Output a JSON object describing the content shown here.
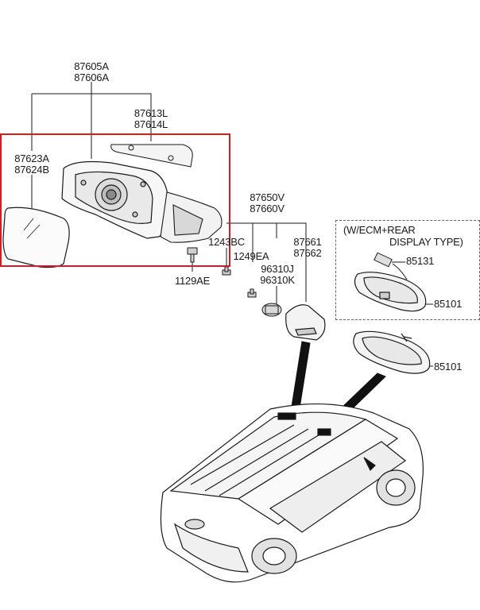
{
  "labels": {
    "mirror_assembly": [
      "87605A",
      "87606A"
    ],
    "cover_upper": [
      "87613L",
      "87614L"
    ],
    "mirror_glass": [
      "87623A",
      "87624B"
    ],
    "screw_1243": "1243BC",
    "screw_1129": "1129AE",
    "inside_mirror": [
      "87650V",
      "87660V"
    ],
    "screw_1249": "1249EA",
    "sensor": [
      "96310J",
      "96310K"
    ],
    "cover_mount": [
      "87661",
      "87662"
    ],
    "ecm_title": [
      "(W/ECM+REAR",
      "DISPLAY TYPE)"
    ],
    "harness": "85131",
    "ecm_mirror": "85101",
    "std_mirror": "85101"
  },
  "colors": {
    "highlight": "#d21f1f",
    "line": "#1a1a1a",
    "arrow": "#111111"
  }
}
